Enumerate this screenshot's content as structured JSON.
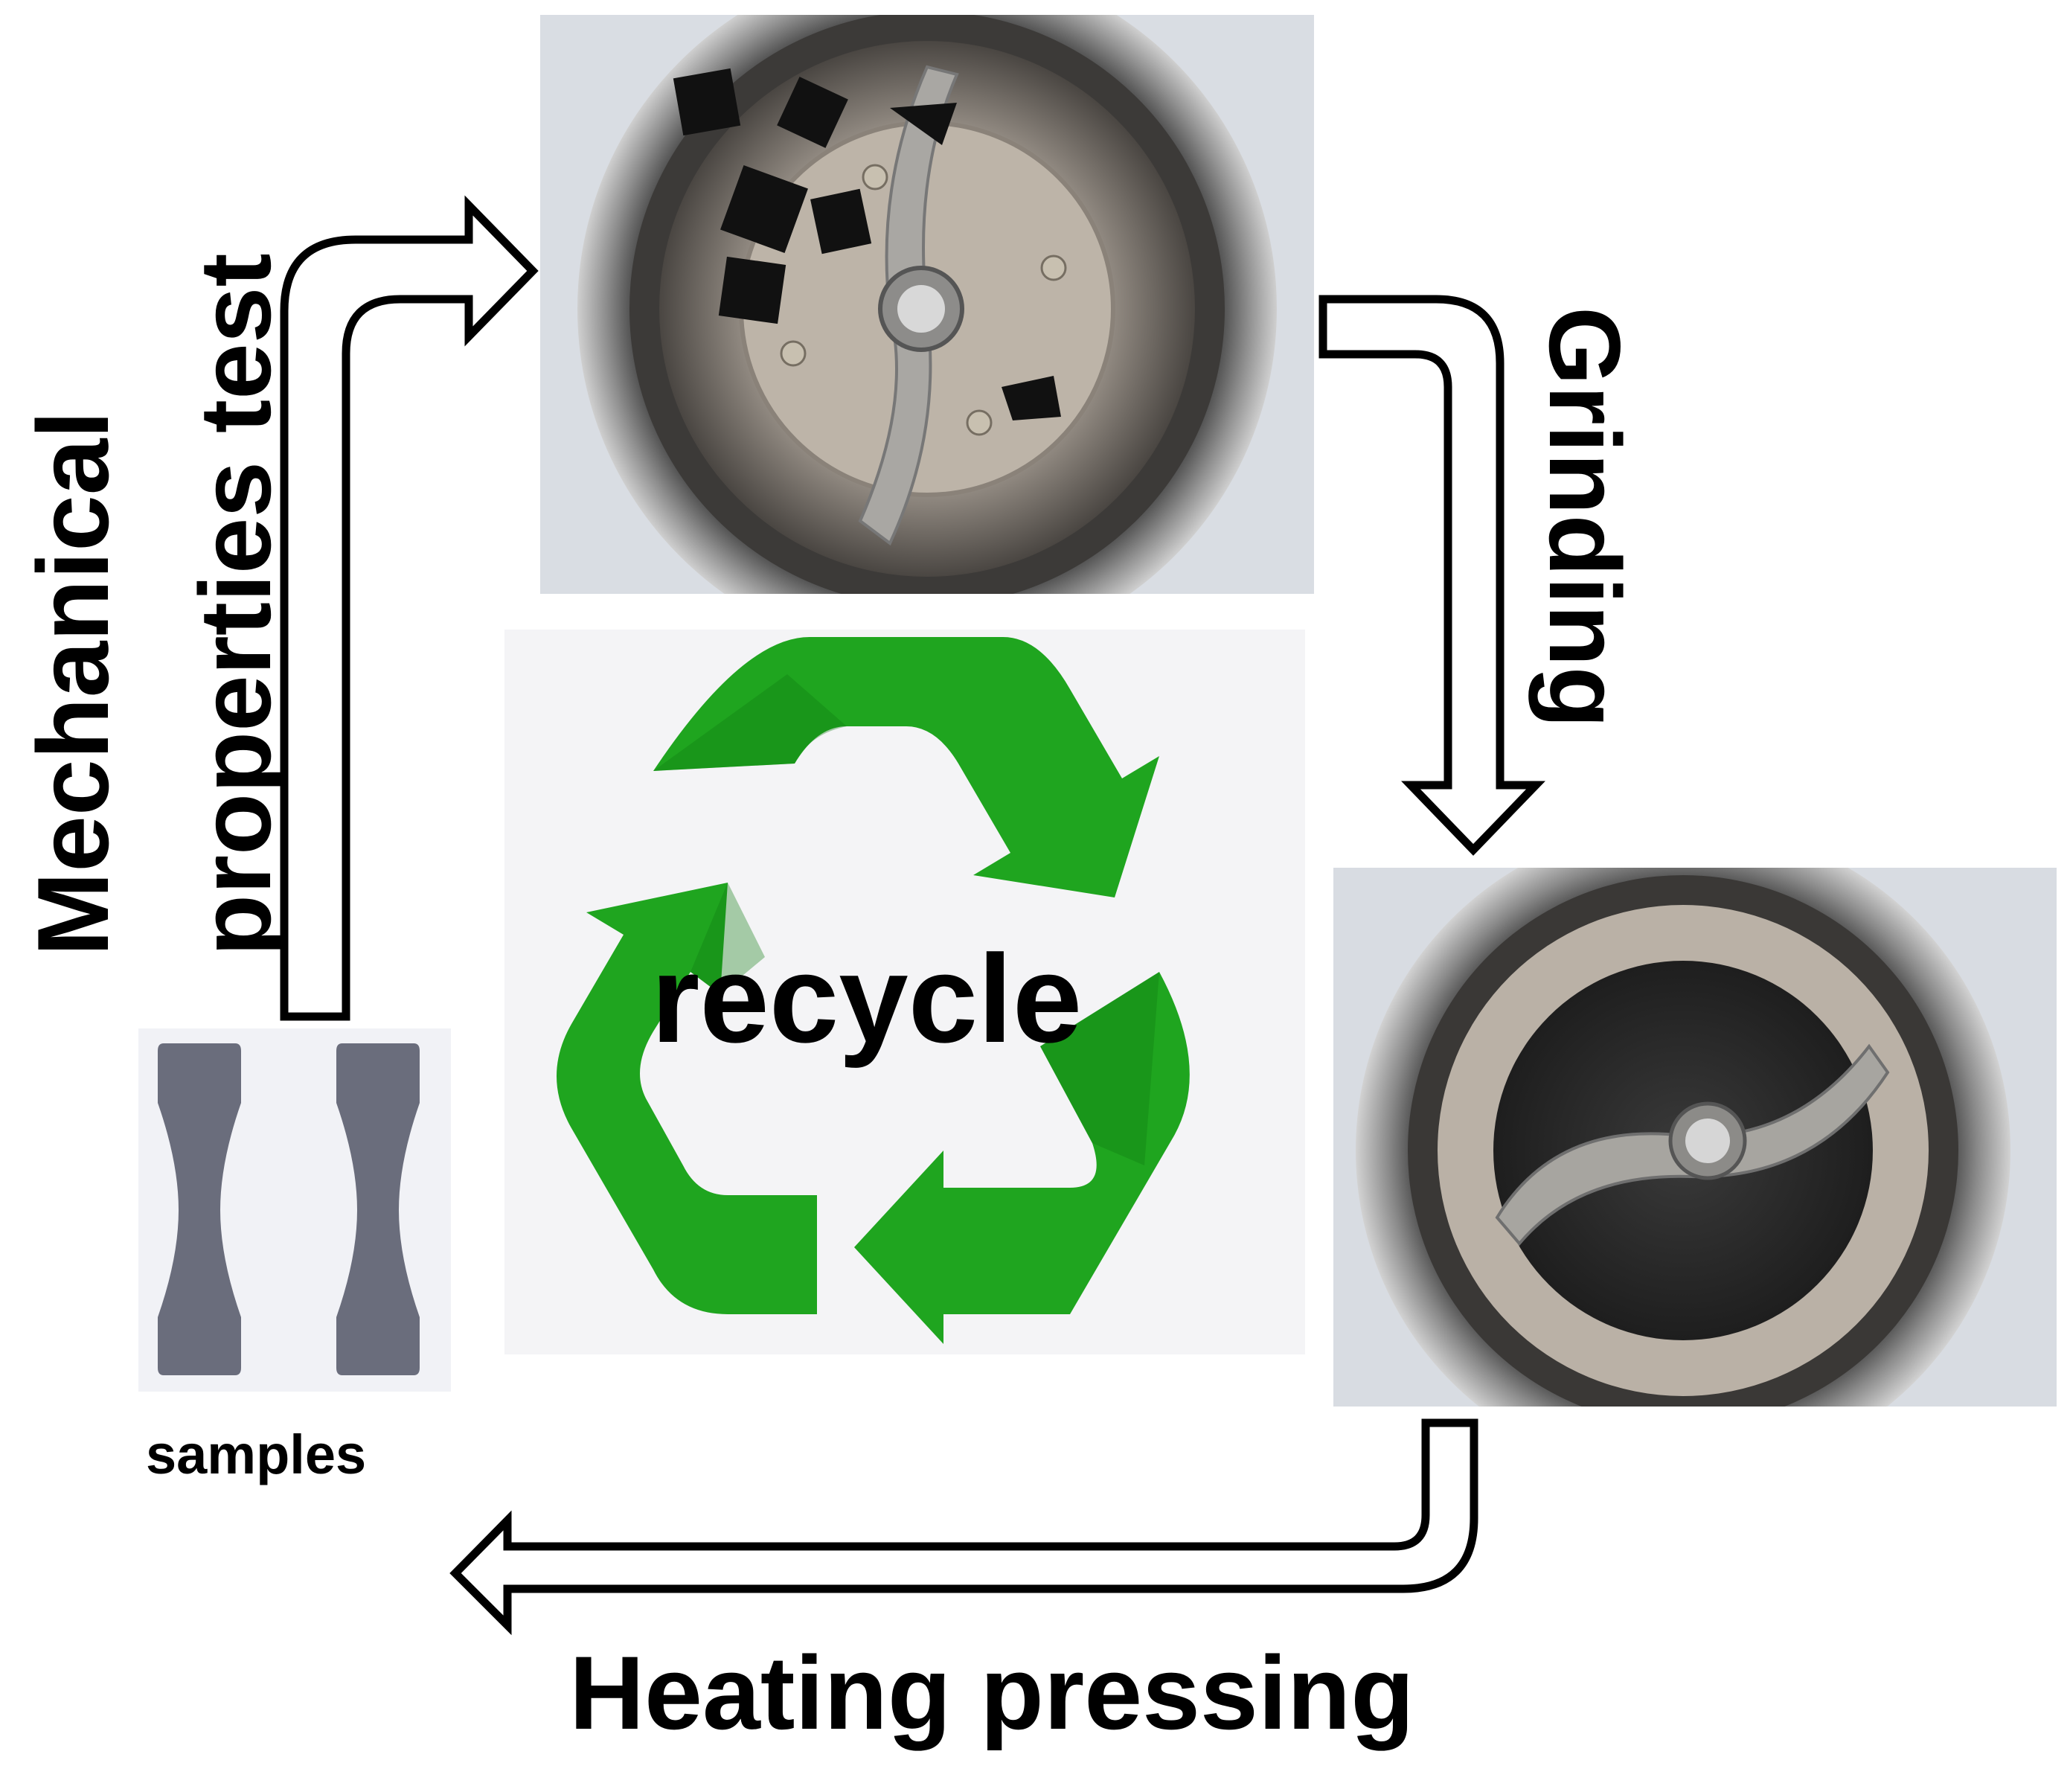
{
  "labels": {
    "mechanical_line1": "Mechanical",
    "mechanical_line2": "properties test",
    "grinding": "Grinding",
    "heating_pressing": "Heating pressing",
    "samples": "samples",
    "recycle": "recycle"
  },
  "colors": {
    "recycle_green": "#1fa51f",
    "recycle_green_dark": "#0f7a10",
    "sample_gray": "#6a6d7c",
    "arrow_stroke": "#000000"
  },
  "icons": {
    "grinder_top": "grinder-with-pieces-photo",
    "grinder_bottom": "grinder-with-powder-photo",
    "recycle_symbol": "recycle-icon",
    "samples": "dogbone-specimen-icon"
  }
}
